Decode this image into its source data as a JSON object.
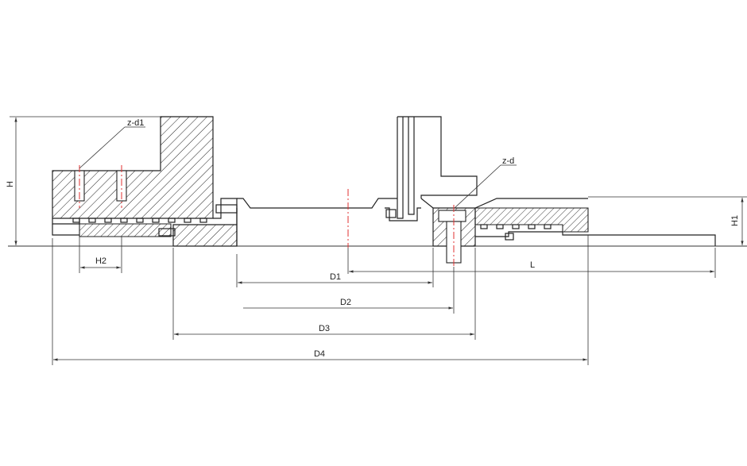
{
  "labels": {
    "H": "H",
    "H1": "H1",
    "H2": "H2",
    "L": "L",
    "D1": "D1",
    "D2": "D2",
    "D3": "D3",
    "D4": "D4",
    "z_d1": "z-d1",
    "z_d": "z-d"
  },
  "colors": {
    "line": "#222222",
    "centerline": "#e03030",
    "background": "#ffffff"
  }
}
